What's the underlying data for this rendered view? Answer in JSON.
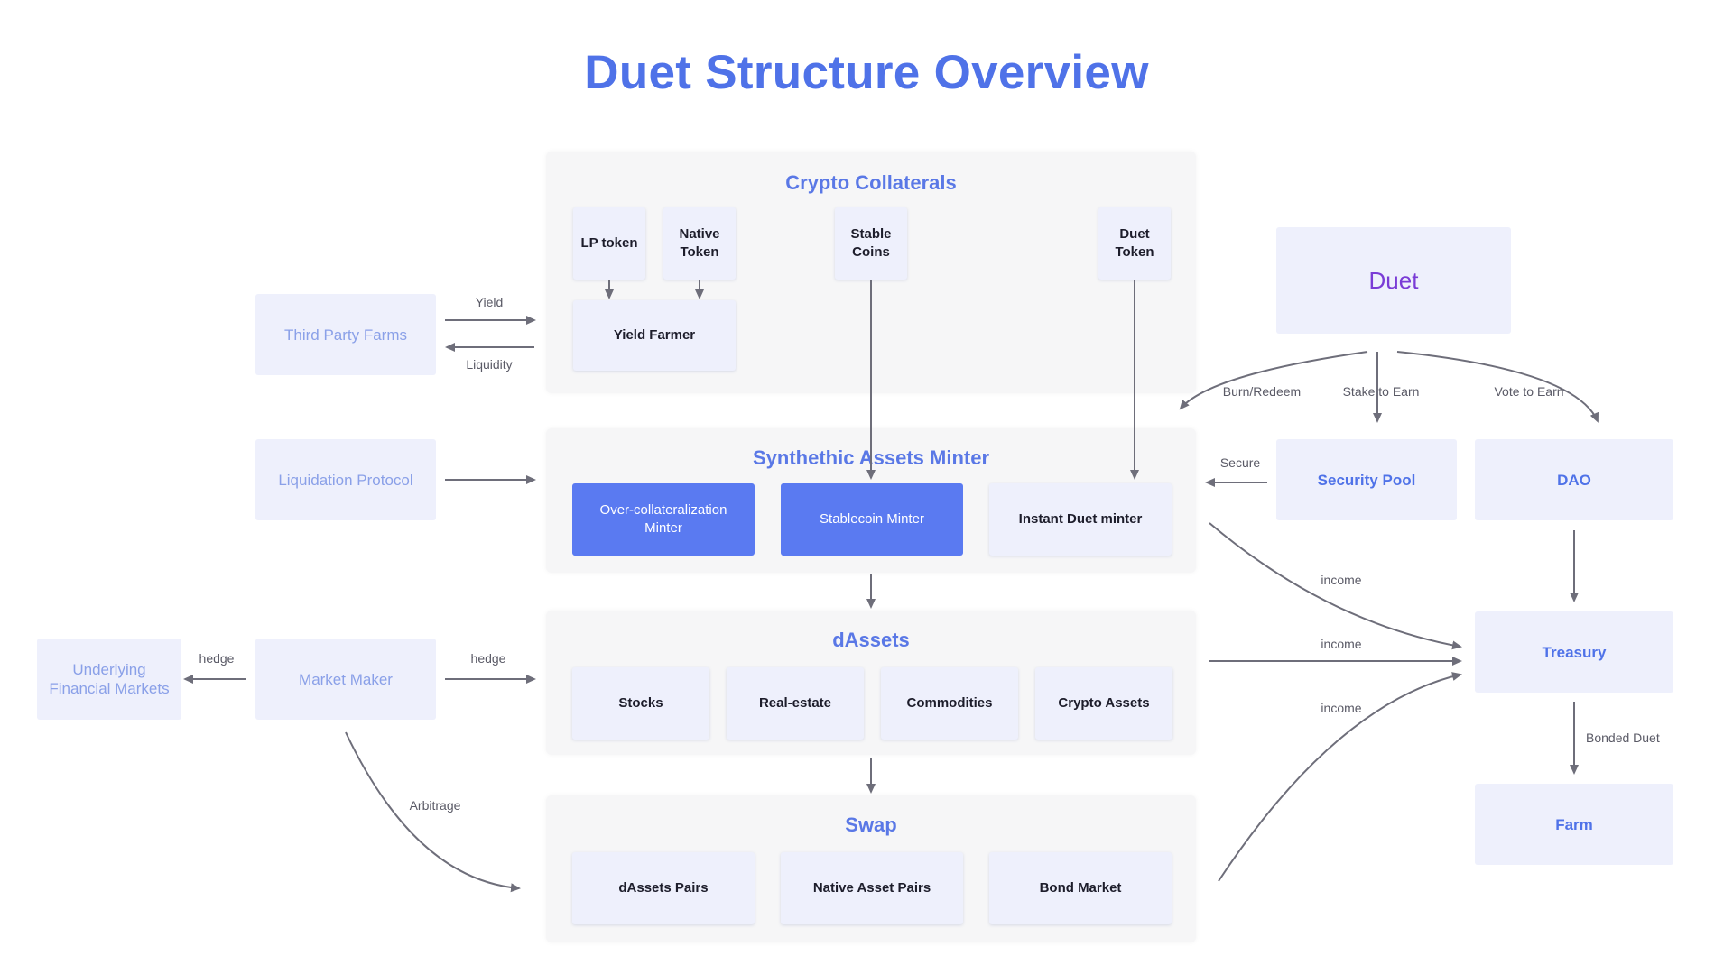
{
  "title": "Duet Structure Overview",
  "panels": {
    "crypto_collaterals": "Crypto Collaterals",
    "synthetic_assets_minter": "Synthethic Assets Minter",
    "dassets": "dAssets",
    "swap": "Swap"
  },
  "collaterals": {
    "lp_token": "LP token",
    "native_token": "Native\nToken",
    "stable_coins": "Stable\nCoins",
    "duet_token": "Duet\nToken",
    "yield_farmer": "Yield Farmer"
  },
  "minters": {
    "over_collateralization": "Over-collateralization\nMinter",
    "stablecoin": "Stablecoin Minter",
    "instant_duet": "Instant Duet minter"
  },
  "dassets_items": [
    "Stocks",
    "Real-estate",
    "Commodities",
    "Crypto Assets"
  ],
  "swap_items": [
    "dAssets Pairs",
    "Native Asset Pairs",
    "Bond Market"
  ],
  "external": {
    "third_party_farms": "Third Party Farms",
    "liquidation_protocol": "Liquidation Protocol",
    "market_maker": "Market Maker",
    "underlying_markets": "Underlying\nFinancial Markets",
    "duet": "Duet",
    "security_pool": "Security Pool",
    "dao": "DAO",
    "treasury": "Treasury",
    "farm": "Farm"
  },
  "edge_labels": {
    "yield": "Yield",
    "liquidity": "Liquidity",
    "hedge_left": "hedge",
    "hedge_right": "hedge",
    "arbitrage": "Arbitrage",
    "burn_redeem": "Burn/Redeem",
    "stake_to_earn": "Stake to Earn",
    "vote_to_earn": "Vote to Earn",
    "secure": "Secure",
    "income_1": "income",
    "income_2": "income",
    "income_3": "income",
    "bonded_duet": "Bonded Duet"
  },
  "colors": {
    "accent": "#4f72e8",
    "minter_blue": "#5a7af1",
    "duet_purple": "#7a3cd6",
    "panel_bg": "#f6f6f7",
    "box_bg": "#eef0fc",
    "arrow": "#6e6e7a"
  }
}
